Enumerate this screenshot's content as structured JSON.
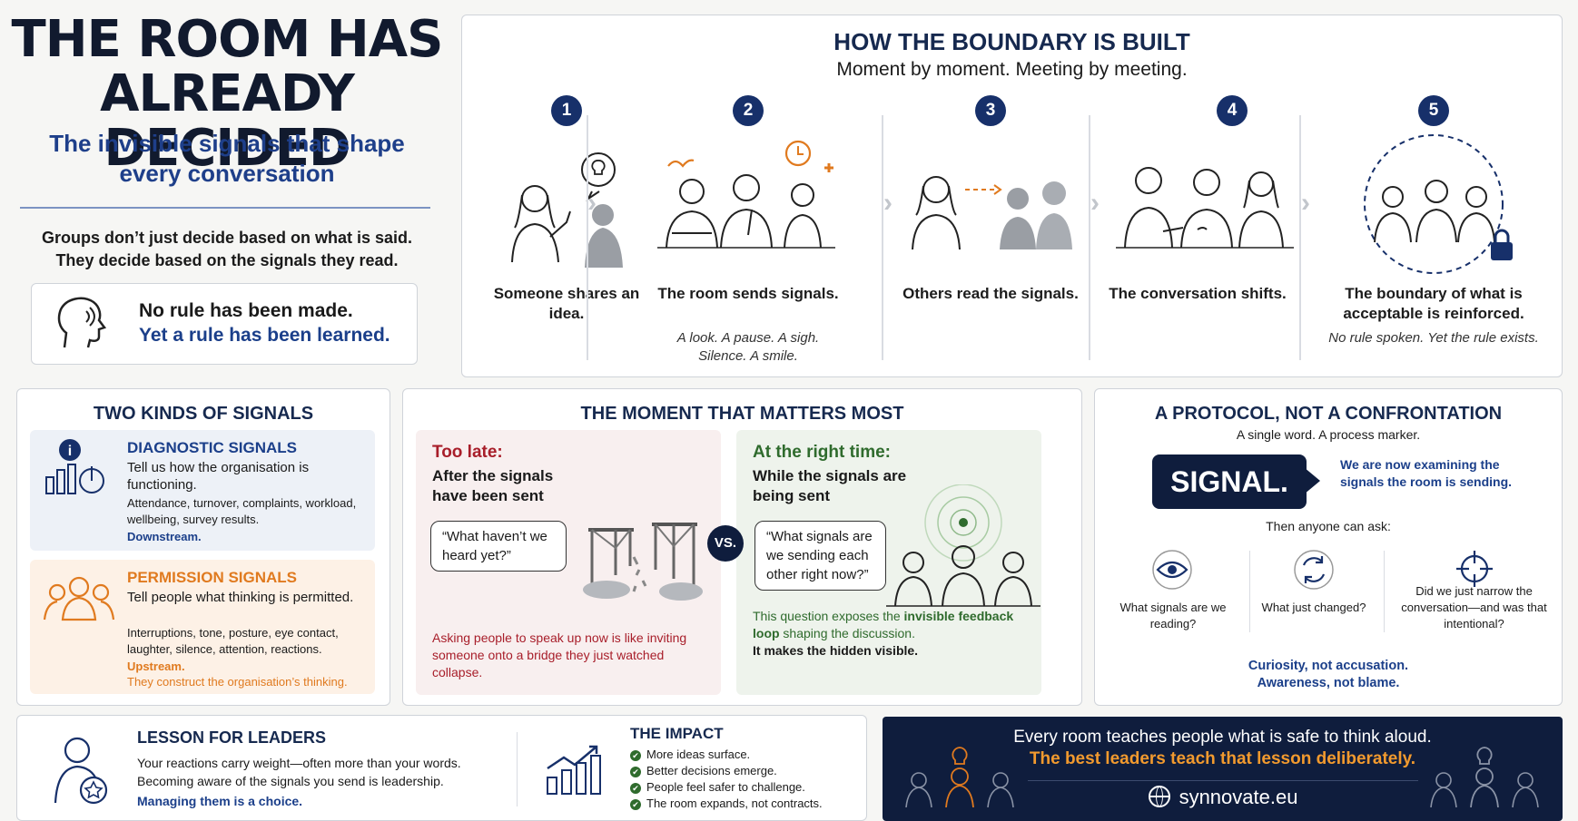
{
  "header": {
    "title_line1": "THE ROOM HAS",
    "title_line2": "ALREADY DECIDED",
    "subtitle_line1": "The invisible signals that shape",
    "subtitle_line2": "every conversation",
    "intro_line1": "Groups don’t just decide based on what is said.",
    "intro_line2": "They decide based on the signals they read.",
    "rule_line1": "No rule has been made.",
    "rule_line2": "Yet a rule has been learned."
  },
  "boundary": {
    "title": "HOW THE BOUNDARY IS BUILT",
    "subtitle": "Moment by moment. Meeting by meeting.",
    "steps": [
      {
        "num": "1",
        "label": "Someone shares an idea.",
        "note": ""
      },
      {
        "num": "2",
        "label": "The room sends signals.",
        "note": "A look. A pause. A sigh. Silence. A smile."
      },
      {
        "num": "3",
        "label": "Others read the signals.",
        "note": ""
      },
      {
        "num": "4",
        "label": "The conversation shifts.",
        "note": ""
      },
      {
        "num": "5",
        "label": "The boundary of what is acceptable is reinforced.",
        "note": "No rule spoken. Yet the rule exists."
      }
    ]
  },
  "two_kinds": {
    "title": "TWO KINDS OF SIGNALS",
    "diagnostic": {
      "title": "DIAGNOSTIC SIGNALS",
      "desc": "Tell us how the organisation is functioning.",
      "list": "Attendance, turnover, complaints, workload, wellbeing, survey results.",
      "foot": "Downstream."
    },
    "permission": {
      "title": "PERMISSION SIGNALS",
      "desc": "Tell people what thinking is permitted.",
      "list": "Interruptions, tone, posture, eye contact, laughter, silence, attention, reactions.",
      "foot1": "Upstream.",
      "foot2": "They construct the organisation’s thinking."
    }
  },
  "moment": {
    "title": "THE MOMENT THAT MATTERS MOST",
    "vs": "VS.",
    "late": {
      "heading": "Too late:",
      "sub": "After the signals have been sent",
      "quote": "“What haven’t we heard yet?”",
      "foot": "Asking people to speak up now is like inviting someone onto a bridge they just watched collapse."
    },
    "right": {
      "heading": "At the right time:",
      "sub": "While the signals are being sent",
      "quote": "“What signals are we sending each other right now?”",
      "foot_a": "This question exposes the ",
      "foot_b": "invisible feedback loop",
      "foot_c": " shaping the discussion.",
      "foot_d": "It makes the hidden visible."
    }
  },
  "protocol": {
    "title": "A PROTOCOL, NOT A CONFRONTATION",
    "subtitle": "A single word. A process marker.",
    "badge": "SIGNAL.",
    "badge_text": "We are now examining the signals the room is sending.",
    "ask": "Then anyone can ask:",
    "questions": [
      "What signals are we reading?",
      "What just changed?",
      "Did we just narrow the conversation—and was that intentional?"
    ],
    "foot1": "Curiosity, not accusation.",
    "foot2": "Awareness, not blame."
  },
  "lessons": {
    "title": "LESSON FOR LEADERS",
    "text": "Your reactions carry weight—often more than your words. Becoming aware of the signals you send is leadership.",
    "foot": "Managing them is a choice.",
    "impact_title": "THE IMPACT",
    "impact": [
      "More ideas surface.",
      "Better decisions emerge.",
      "People feel safer to challenge.",
      "The room expands, not contracts."
    ]
  },
  "footer": {
    "line1": "Every room teaches people what is safe to think aloud.",
    "line2": "The best leaders teach that lesson deliberately.",
    "url": "synnovate.eu"
  },
  "colors": {
    "navy": "#0f1d3d",
    "blue": "#1b3f8a",
    "orange": "#e07a1f",
    "red": "#a81e2a",
    "green": "#2f6b2d"
  }
}
